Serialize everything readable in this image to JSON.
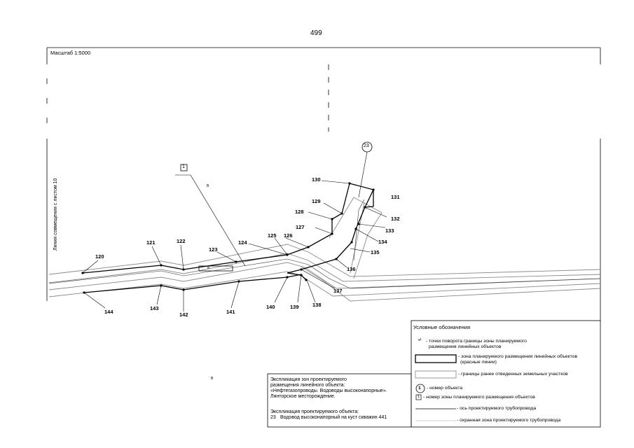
{
  "page": {
    "number": "499"
  },
  "map": {
    "scale": "Масштаб 1:5000",
    "match_line": "Линия совмещения с листом 10",
    "object_number": "23",
    "zone_number": "1",
    "small_marks": [
      "B",
      "B"
    ],
    "plot_label": "6",
    "points": {
      "p120": "120",
      "p121": "121",
      "p122": "122",
      "p123": "123",
      "p124": "124",
      "p125": "125",
      "p126": "126",
      "p127": "127",
      "p128": "128",
      "p129": "129",
      "p130": "130",
      "p131": "131",
      "p132": "132",
      "p133": "133",
      "p134": "134",
      "p135": "135",
      "p136": "136",
      "p137": "137",
      "p138": "138",
      "p139": "139",
      "p140": "140",
      "p141": "141",
      "p142": "142",
      "p143": "143",
      "p144": "144"
    }
  },
  "legend": {
    "title": "Условные обозначения",
    "items": [
      {
        "symbol": "•¹",
        "text1": "- точки поворота границы зоны планируемого",
        "text2": "размещения линейных объектов"
      },
      {
        "text1": "- зона планируемого размещения линейных объектов",
        "text2": "(красные линии)"
      },
      {
        "text1": "- границы ранее отведенных земельных участков"
      },
      {
        "symbol": "1",
        "text1": "- номер  объекта"
      },
      {
        "symbol": "1",
        "text1": "- номер зоны планируемого размещения объектов"
      },
      {
        "text1": "- ось проектируемого трубопровода"
      },
      {
        "text1": "- охранная зона проектируемого трубопровода"
      }
    ]
  },
  "explication": {
    "zone_title1": "Экспликация зон проектируемого",
    "zone_title2": "размещения линейного объекта:",
    "zone_text1": "«Нефтегазопроводы. Водоводы высоконапорные».",
    "zone_text2": "Лянторское месторождение.",
    "object_title": "Экспликация проектируемого объекта:",
    "object_num": "23",
    "object_text": "Водовод высоконапорный на куст скважин 441"
  },
  "colors": {
    "line": "#000000",
    "gray": "#9a9a9a",
    "light": "#bdbdbd"
  }
}
